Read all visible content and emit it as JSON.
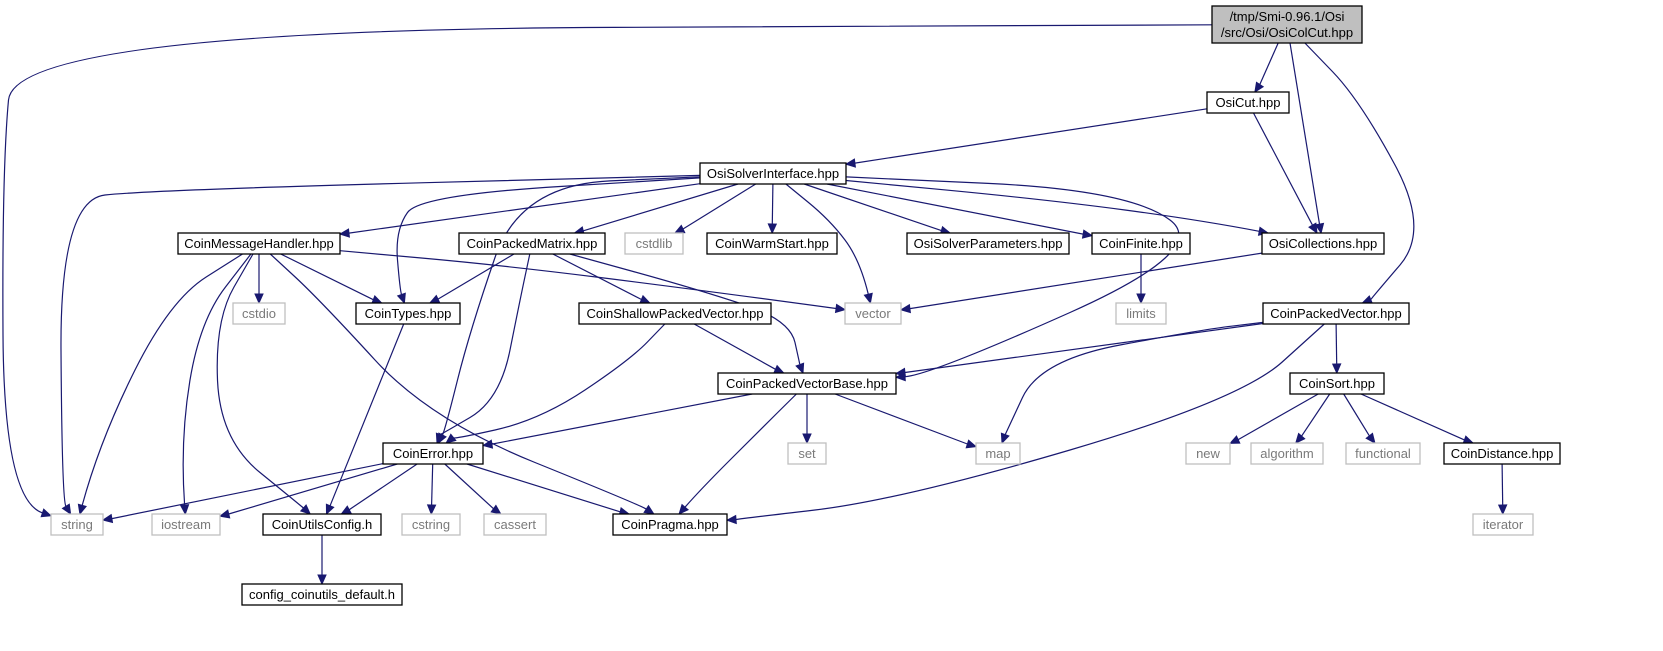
{
  "graph": {
    "root_label_lines": [
      "/tmp/Smi-0.96.1/Osi",
      "/src/Osi/OsiColCut.hpp"
    ],
    "nodes": {
      "osicut": "OsiCut.hpp",
      "solver": "OsiSolverInterface.hpp",
      "msghandler": "CoinMessageHandler.hpp",
      "packedmatrix": "CoinPackedMatrix.hpp",
      "cstdlib": "cstdlib",
      "warmstart": "CoinWarmStart.hpp",
      "solverparams": "OsiSolverParameters.hpp",
      "finite": "CoinFinite.hpp",
      "collections": "OsiCollections.hpp",
      "cstdio": "cstdio",
      "types": "CoinTypes.hpp",
      "shallow": "CoinShallowPackedVector.hpp",
      "vector": "vector",
      "limits": "limits",
      "packedvector": "CoinPackedVector.hpp",
      "pvbase": "CoinPackedVectorBase.hpp",
      "sort": "CoinSort.hpp",
      "error": "CoinError.hpp",
      "set": "set",
      "map": "map",
      "new": "new",
      "algorithm": "algorithm",
      "functional": "functional",
      "distance": "CoinDistance.hpp",
      "string": "string",
      "iostream": "iostream",
      "utilsconfig": "CoinUtilsConfig.h",
      "cstring": "cstring",
      "cassert": "cassert",
      "pragma": "CoinPragma.hpp",
      "iterator": "iterator",
      "configdefault": "config_coinutils_default.h"
    },
    "edges": [
      [
        "root",
        "string"
      ],
      [
        "root",
        "osicut"
      ],
      [
        "root",
        "collections"
      ],
      [
        "root",
        "packedvector"
      ],
      [
        "osicut",
        "solver"
      ],
      [
        "osicut",
        "collections"
      ],
      [
        "solver",
        "msghandler"
      ],
      [
        "solver",
        "packedmatrix"
      ],
      [
        "solver",
        "cstdlib"
      ],
      [
        "solver",
        "warmstart"
      ],
      [
        "solver",
        "solverparams"
      ],
      [
        "solver",
        "finite"
      ],
      [
        "solver",
        "collections"
      ],
      [
        "solver",
        "types"
      ],
      [
        "solver",
        "vector"
      ],
      [
        "solver",
        "error"
      ],
      [
        "solver",
        "pvbase"
      ],
      [
        "solver",
        "string"
      ],
      [
        "msghandler",
        "cstdio"
      ],
      [
        "msghandler",
        "types"
      ],
      [
        "msghandler",
        "vector"
      ],
      [
        "msghandler",
        "string"
      ],
      [
        "msghandler",
        "iostream"
      ],
      [
        "msghandler",
        "utilsconfig"
      ],
      [
        "msghandler",
        "pragma"
      ],
      [
        "packedmatrix",
        "types"
      ],
      [
        "packedmatrix",
        "shallow"
      ],
      [
        "packedmatrix",
        "pvbase"
      ],
      [
        "packedmatrix",
        "error"
      ],
      [
        "finite",
        "limits"
      ],
      [
        "collections",
        "vector"
      ],
      [
        "types",
        "utilsconfig"
      ],
      [
        "shallow",
        "pvbase"
      ],
      [
        "shallow",
        "error"
      ],
      [
        "packedvector",
        "pvbase"
      ],
      [
        "packedvector",
        "map"
      ],
      [
        "packedvector",
        "sort"
      ],
      [
        "packedvector",
        "pragma"
      ],
      [
        "pvbase",
        "error"
      ],
      [
        "pvbase",
        "set"
      ],
      [
        "pvbase",
        "map"
      ],
      [
        "pvbase",
        "pragma"
      ],
      [
        "sort",
        "new"
      ],
      [
        "sort",
        "algorithm"
      ],
      [
        "sort",
        "functional"
      ],
      [
        "sort",
        "distance"
      ],
      [
        "distance",
        "iterator"
      ],
      [
        "error",
        "string"
      ],
      [
        "error",
        "iostream"
      ],
      [
        "error",
        "utilsconfig"
      ],
      [
        "error",
        "cstring"
      ],
      [
        "error",
        "cassert"
      ],
      [
        "error",
        "pragma"
      ],
      [
        "utilsconfig",
        "configdefault"
      ]
    ]
  }
}
